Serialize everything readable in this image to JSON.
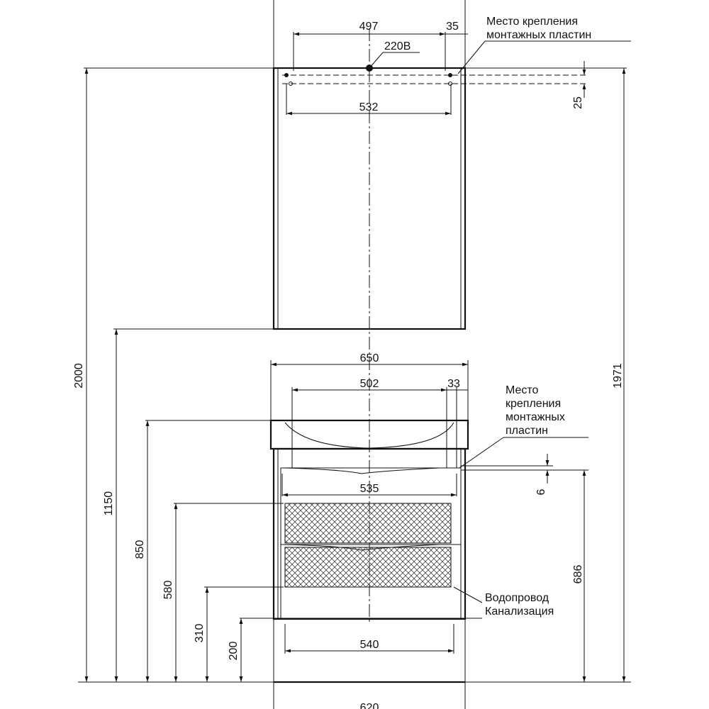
{
  "drawing": {
    "labels": {
      "mirror_width_bolts": "497",
      "mirror_edge_offset": "35",
      "power_outlet": "220В",
      "mirror_bolt_spacing": "532",
      "mirror_plate_offset": "25",
      "mirror_mount_note_line1": "Место крепления",
      "mirror_mount_note_line2": "монтажных пластин",
      "total_height": "2000",
      "total_height_right": "1971",
      "mirror_bottom_height": "1150",
      "sink_width": "650",
      "cabinet_bolt_width": "502",
      "cabinet_edge_offset": "33",
      "cabinet_mount_note_line1": "Место",
      "cabinet_mount_note_line2": "крепления",
      "cabinet_mount_note_line3": "монтажных",
      "cabinet_mount_note_line4": "пластин",
      "sink_top_height": "850",
      "cabinet_plate_offset": "6",
      "inner_width_top": "535",
      "water_height": "580",
      "cabinet_height_right": "686",
      "drain_height": "310",
      "cabinet_bottom_height": "200",
      "inner_width_bottom": "540",
      "water_supply": "Водопровод",
      "sewage": "Канализация",
      "bottom_width_partial": "620"
    }
  }
}
